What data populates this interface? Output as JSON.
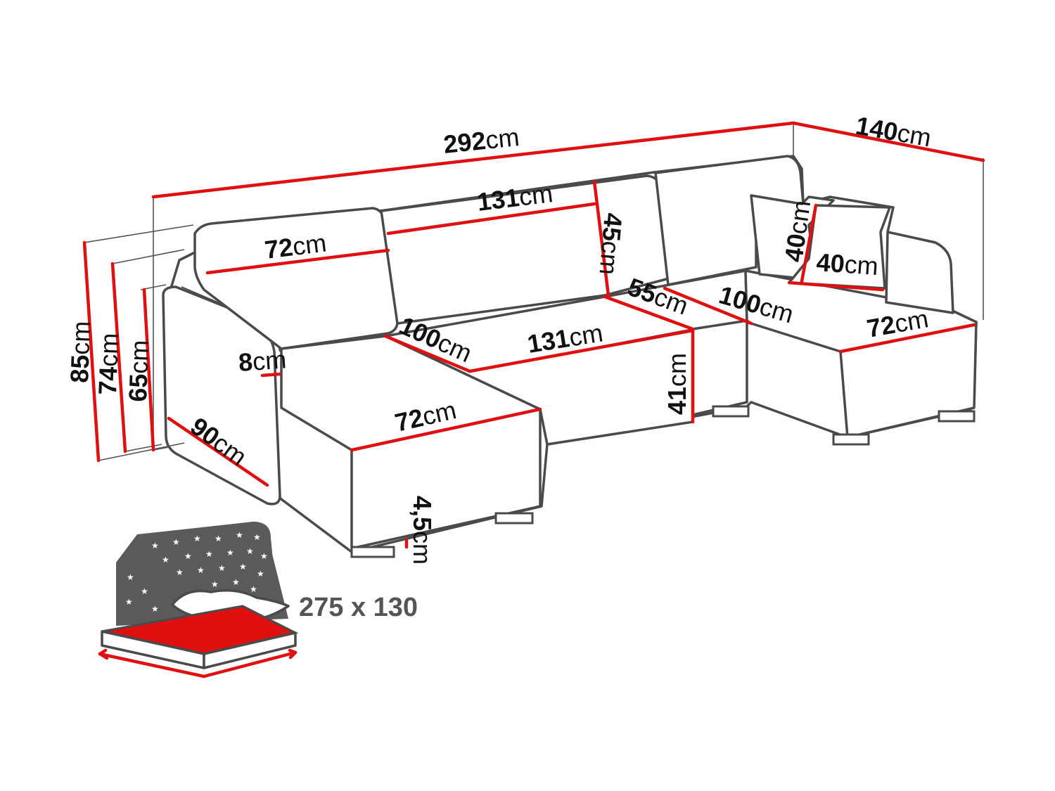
{
  "dimensions": {
    "total_width": {
      "value": "292",
      "unit": "cm"
    },
    "side_depth": {
      "value": "140",
      "unit": "cm"
    },
    "backrest_mid": {
      "value": "131",
      "unit": "cm"
    },
    "backrest_left": {
      "value": "72",
      "unit": "cm"
    },
    "back_height": {
      "value": "45",
      "unit": "cm"
    },
    "pillow_h": {
      "value": "40",
      "unit": "cm"
    },
    "pillow_w": {
      "value": "40",
      "unit": "cm"
    },
    "height_total": {
      "value": "85",
      "unit": "cm"
    },
    "height_mid": {
      "value": "74",
      "unit": "cm"
    },
    "height_arm": {
      "value": "65",
      "unit": "cm"
    },
    "armrest_w": {
      "value": "8",
      "unit": "cm"
    },
    "chaise_left_len": {
      "value": "100",
      "unit": "cm"
    },
    "seat_mid": {
      "value": "131",
      "unit": "cm"
    },
    "seat_depth": {
      "value": "55",
      "unit": "cm"
    },
    "chaise_right_len": {
      "value": "100",
      "unit": "cm"
    },
    "seat_height": {
      "value": "41",
      "unit": "cm"
    },
    "armrest_depth": {
      "value": "90",
      "unit": "cm"
    },
    "chaise_left_w": {
      "value": "72",
      "unit": "cm"
    },
    "chaise_right_w": {
      "value": "72",
      "unit": "cm"
    },
    "leg_height": {
      "value": "4,5",
      "unit": "cm"
    }
  },
  "sleeping_area": "275 x 130",
  "colors": {
    "dimension_line": "#e01010",
    "outline": "#4a4a4a",
    "mattress": "#e01010",
    "night_sky": "#5a5a5a"
  }
}
